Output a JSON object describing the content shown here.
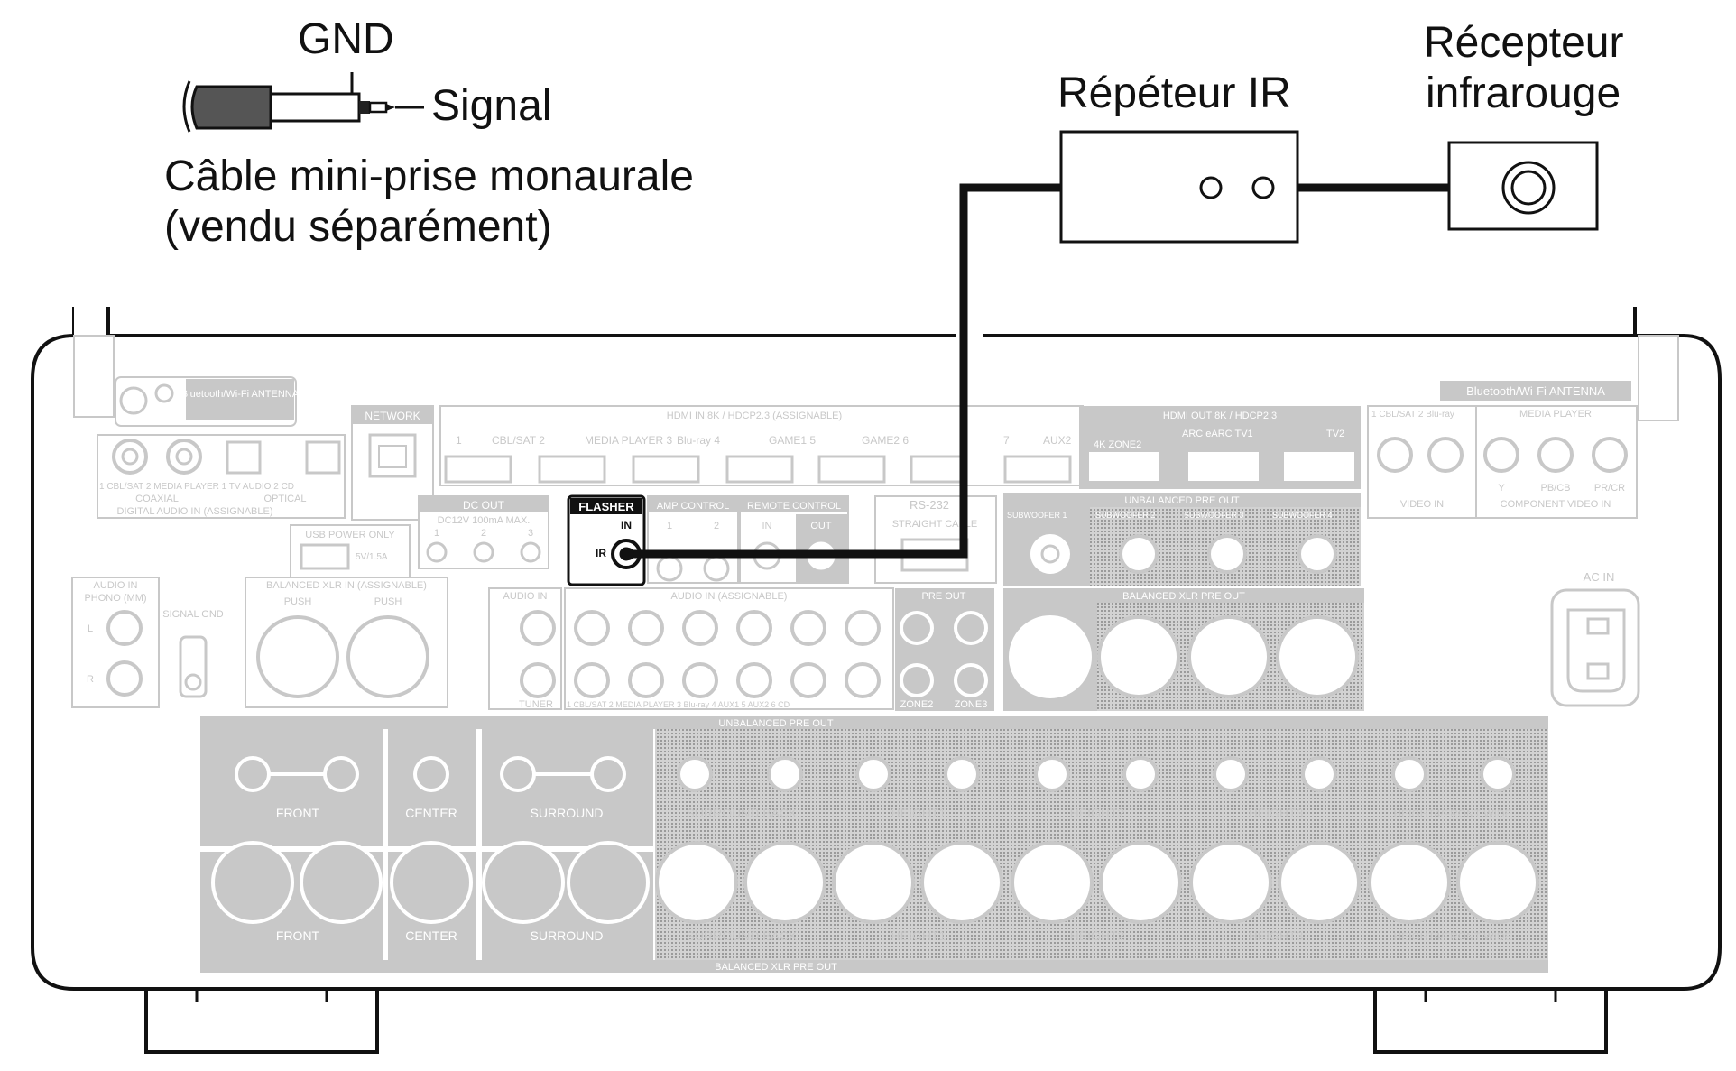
{
  "labels": {
    "gnd": "GND",
    "signal": "Signal",
    "cable_line1": "Câble mini-prise monaurale",
    "cable_line2": "(vendu séparément)",
    "repeater": "Répéteur IR",
    "receiver_line1": "Récepteur",
    "receiver_line2": "infrarouge"
  },
  "panel": {
    "bt_antenna_left": "Bluetooth/Wi-Fi ANTENNA",
    "bt_antenna_right": "Bluetooth/Wi-Fi ANTENNA",
    "network": "NETWORK",
    "hdmi_in": "HDMI IN  8K / HDCP2.3  (ASSIGNABLE)",
    "hdmi_in_ports": [
      "1",
      "CBL/SAT 2",
      "MEDIA PLAYER 3",
      "Blu-ray 4",
      "GAME1 5",
      "GAME2 6",
      "7",
      "AUX2"
    ],
    "hdmi_out": "HDMI OUT  8K / HDCP2.3",
    "hdmi_out_ports": [
      "4K ZONE2",
      "ARC eARC TV1",
      "TV2"
    ],
    "digital_audio_in": "DIGITAL AUDIO IN  (ASSIGNABLE)",
    "coaxial": "COAXIAL",
    "optical": "OPTICAL",
    "coax_ports": "1 CBL/SAT  2 MEDIA PLAYER  1 TV AUDIO     2 CD",
    "dc_out": "DC OUT",
    "dc_spec": "DC12V 100mA MAX.",
    "dc_ports": [
      "1",
      "2",
      "3"
    ],
    "usb_power": "USB POWER ONLY",
    "usb_spec": "5V/1.5A",
    "flasher": "FLASHER",
    "flasher_in": "IN",
    "flasher_ir": "IR",
    "amp_control": "AMP CONTROL",
    "amp_ports": [
      "1",
      "2"
    ],
    "remote_control": "REMOTE CONTROL",
    "remote_in": "IN",
    "remote_out": "OUT",
    "rs232": "RS-232",
    "straight_cable": "STRAIGHT CABLE",
    "unbalanced_pre_out_top": "UNBALANCED PRE OUT",
    "subwoofers": [
      "SUBWOOFER 1",
      "SUBWOOFER 2",
      "SUBWOOFER 3",
      "SUBWOOFER 4"
    ],
    "video_in": "VIDEO IN",
    "video_in_ports": "1 CBL/SAT  2 Blu-ray",
    "component_video": "COMPONENT VIDEO IN",
    "media_player": "MEDIA PLAYER",
    "component_ports": [
      "Y",
      "PB/CB",
      "PR/CR"
    ],
    "assignable": "(ASSIGNABLE)",
    "audio_in_phono": "AUDIO IN",
    "phono": "PHONO (MM)",
    "signal_gnd": "SIGNAL GND",
    "balanced_xlr_in": "BALANCED XLR IN  (ASSIGNABLE)",
    "push": "PUSH",
    "audio_in_tuner": "AUDIO IN",
    "tuner": "TUNER",
    "audio_in_assign": "AUDIO IN  (ASSIGNABLE)",
    "audio_in_ports": "1 CBL/SAT  2 MEDIA PLAYER  3 Blu-ray  4 AUX1  5 AUX2  6 CD",
    "pre_out": "PRE OUT",
    "zone2": "ZONE2",
    "zone3": "ZONE3",
    "balanced_xlr_pre_out_top": "BALANCED XLR PRE OUT",
    "ac_in": "AC IN",
    "unbalanced_pre_out_bottom": "UNBALANCED PRE OUT",
    "balanced_xlr_pre_out_bottom": "BALANCED XLR PRE OUT",
    "channels": [
      "FRONT",
      "CENTER",
      "SURROUND",
      "SURROUND BACK",
      "HEIGHT1",
      "HEIGHT2",
      "HEIGHT3",
      "HEIGHT4/FRONT WIDE"
    ],
    "channel_sub": "ASSIGNABLE",
    "r": "R",
    "l": "L"
  }
}
